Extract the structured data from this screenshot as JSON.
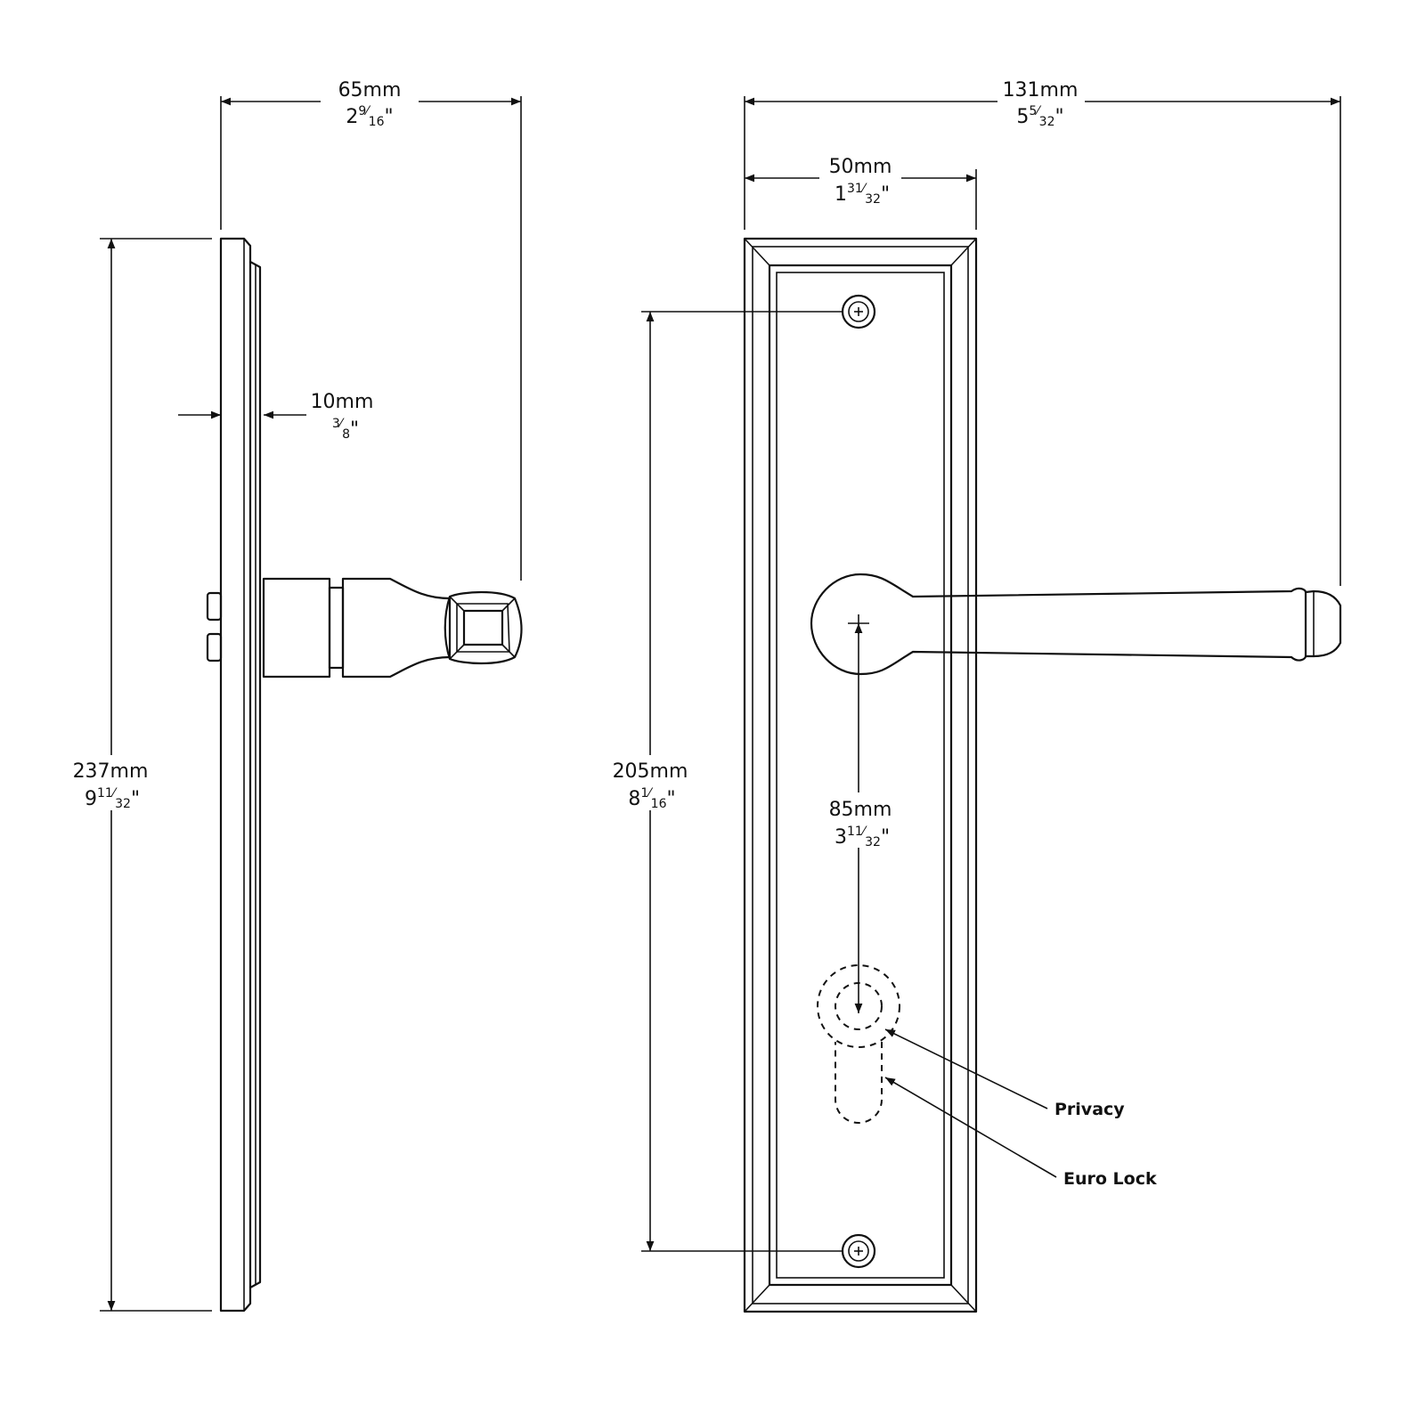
{
  "dimensions": {
    "side_width": {
      "mm": "65mm",
      "in_whole": "2",
      "in_num": "9",
      "in_den": "16",
      "in_mark": "\""
    },
    "plate_thickness": {
      "mm": "10mm",
      "in_whole": "",
      "in_num": "3",
      "in_den": "8",
      "in_mark": "\""
    },
    "height": {
      "mm": "237mm",
      "in_whole": "9",
      "in_num": "11",
      "in_den": "32",
      "in_mark": "\""
    },
    "total_width": {
      "mm": "131mm",
      "in_whole": "5",
      "in_num": "5",
      "in_den": "32",
      "in_mark": "\""
    },
    "plate_width": {
      "mm": "50mm",
      "in_whole": "1",
      "in_num": "31",
      "in_den": "32",
      "in_mark": "\""
    },
    "fixing_centres": {
      "mm": "205mm",
      "in_whole": "8",
      "in_num": "1",
      "in_den": "16",
      "in_mark": "\""
    },
    "lever_to_lock": {
      "mm": "85mm",
      "in_whole": "3",
      "in_num": "11",
      "in_den": "32",
      "in_mark": "\""
    }
  },
  "labels": {
    "privacy": "Privacy",
    "euro_lock": "Euro Lock"
  }
}
